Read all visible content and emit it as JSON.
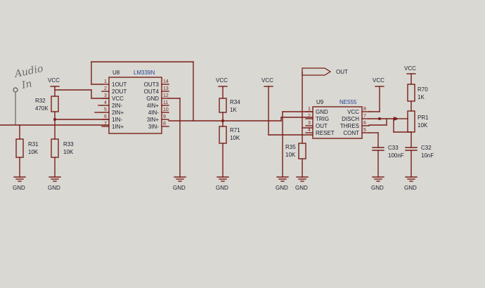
{
  "audio_in": {
    "line1": "Audio",
    "line2": "In"
  },
  "out_label": "OUT",
  "vcc": "VCC",
  "gnd": "GND",
  "u8": {
    "ref": "U8",
    "part": "LM339N",
    "left_pins": [
      {
        "num": "1",
        "name": "1OUT"
      },
      {
        "num": "2",
        "name": "2OUT"
      },
      {
        "num": "3",
        "name": "VCC"
      },
      {
        "num": "4",
        "name": "2IN-"
      },
      {
        "num": "5",
        "name": "2IN+"
      },
      {
        "num": "6",
        "name": "1IN-"
      },
      {
        "num": "7",
        "name": "1IN+"
      }
    ],
    "right_pins": [
      {
        "num": "14",
        "name": "OUT3"
      },
      {
        "num": "13",
        "name": "OUT4"
      },
      {
        "num": "12",
        "name": "GND"
      },
      {
        "num": "11",
        "name": "4IN+"
      },
      {
        "num": "10",
        "name": "4IN-"
      },
      {
        "num": "9",
        "name": "3IN+"
      },
      {
        "num": "8",
        "name": "3IN-"
      }
    ]
  },
  "u9": {
    "ref": "U9",
    "part": "NE555",
    "left_pins": [
      {
        "num": "1",
        "name": "GND"
      },
      {
        "num": "2",
        "name": "TRIG"
      },
      {
        "num": "3",
        "name": "OUT"
      },
      {
        "num": "4",
        "name": "RESET"
      }
    ],
    "right_pins": [
      {
        "num": "8",
        "name": "VCC"
      },
      {
        "num": "7",
        "name": "DISCH"
      },
      {
        "num": "6",
        "name": "THRES"
      },
      {
        "num": "5",
        "name": "CONT"
      }
    ]
  },
  "components": {
    "r31": {
      "ref": "R31",
      "value": "10K"
    },
    "r32": {
      "ref": "R32",
      "value": "470K"
    },
    "r33": {
      "ref": "R33",
      "value": "10K"
    },
    "r34": {
      "ref": "R34",
      "value": "1K"
    },
    "r71": {
      "ref": "R71",
      "value": "10K"
    },
    "r35": {
      "ref": "R35",
      "value": "10K"
    },
    "r70": {
      "ref": "R70",
      "value": "1K"
    },
    "pr1": {
      "ref": "PR1",
      "value": "10K"
    },
    "c33": {
      "ref": "C33",
      "value": "100nF"
    },
    "c32": {
      "ref": "C32",
      "value": "10nF"
    }
  }
}
